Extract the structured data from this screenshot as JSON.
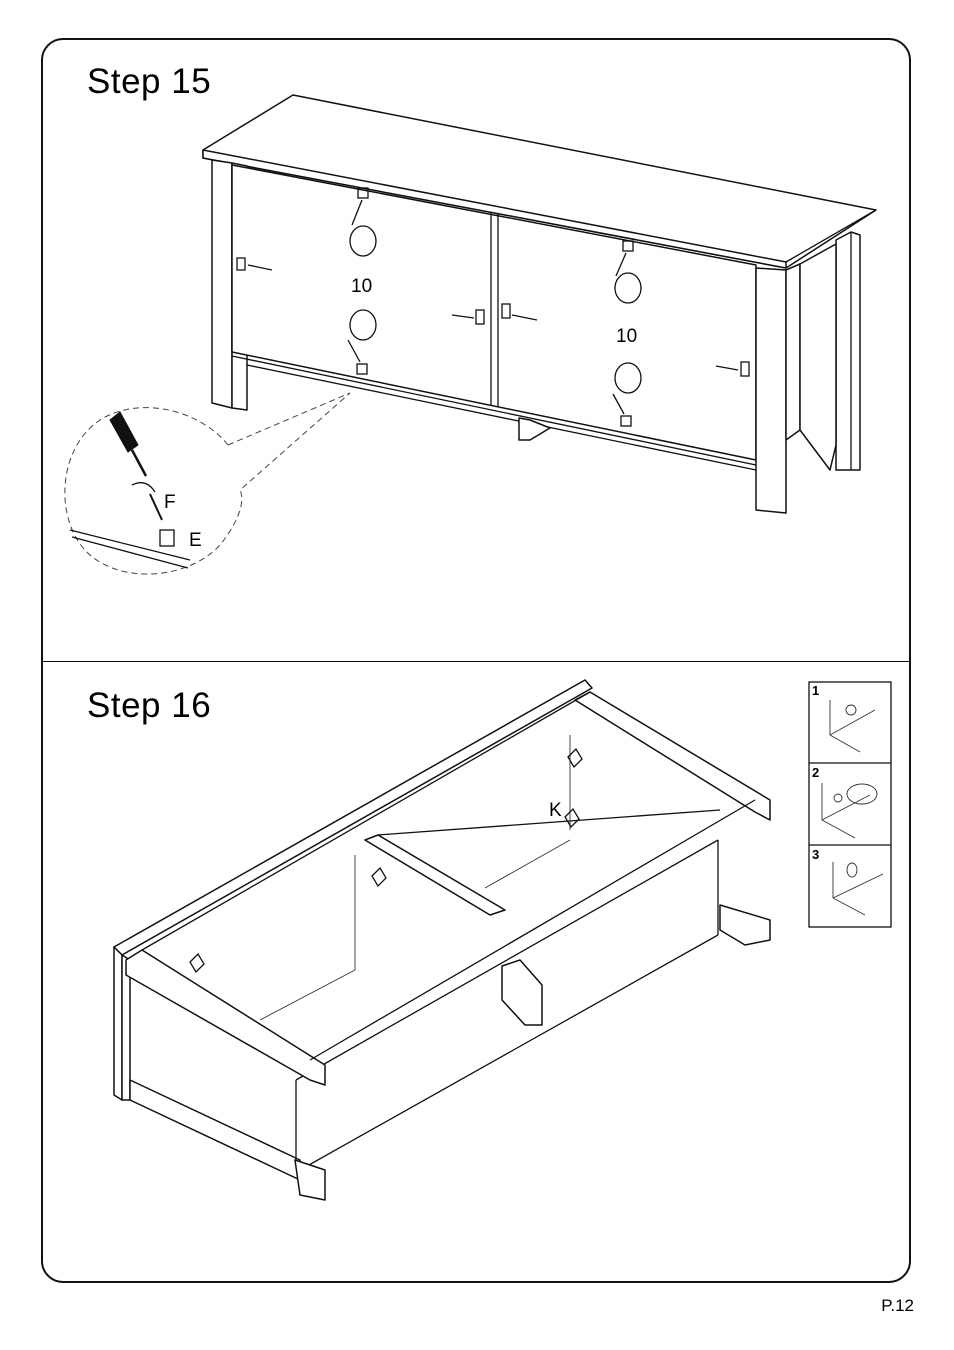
{
  "step15": {
    "title": "Step  15",
    "qty_left": "10",
    "qty_right": "10",
    "part_f": "F",
    "part_e": "E"
  },
  "step16": {
    "title": "Step  16",
    "part_k": "K",
    "inset_steps": [
      "1",
      "2",
      "3"
    ]
  },
  "page_number": "P.12"
}
